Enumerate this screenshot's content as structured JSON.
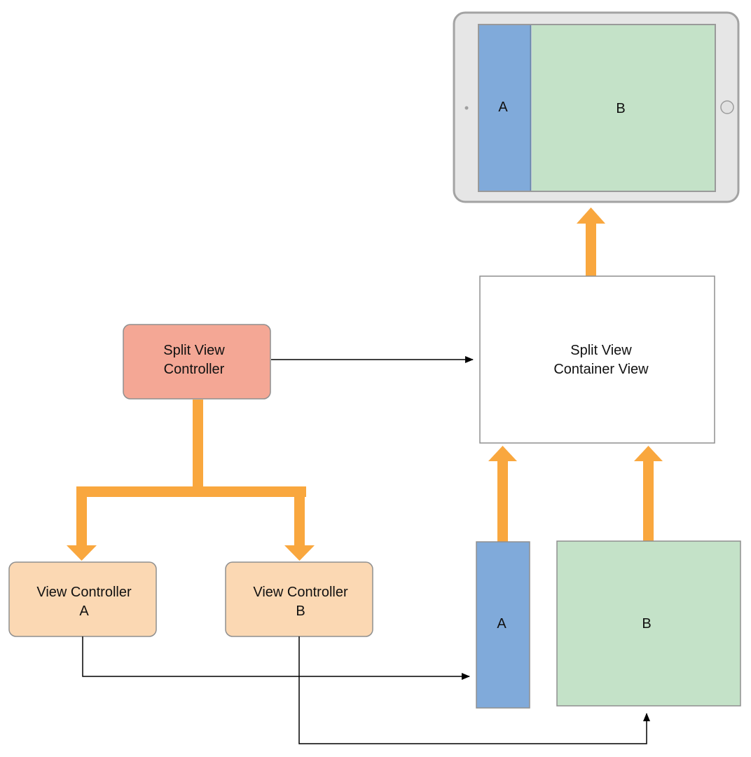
{
  "colors": {
    "orange": "#F9A73E",
    "split_vc_fill": "#F4A795",
    "child_vc_fill": "#FBD8B3",
    "view_a_fill": "#80AADA",
    "view_b_fill": "#C4E2C8",
    "device_body": "#E6E6E6",
    "connector": "#000000"
  },
  "device": {
    "pane_a": "A",
    "pane_b": "B"
  },
  "split_view_controller": {
    "line1": "Split View",
    "line2": "Controller"
  },
  "container_view": {
    "line1": "Split View",
    "line2": "Container View"
  },
  "view_controller_a": {
    "line1": "View Controller",
    "line2": "A"
  },
  "view_controller_b": {
    "line1": "View Controller",
    "line2": "B"
  },
  "view_a": {
    "label": "A"
  },
  "view_b": {
    "label": "B"
  }
}
